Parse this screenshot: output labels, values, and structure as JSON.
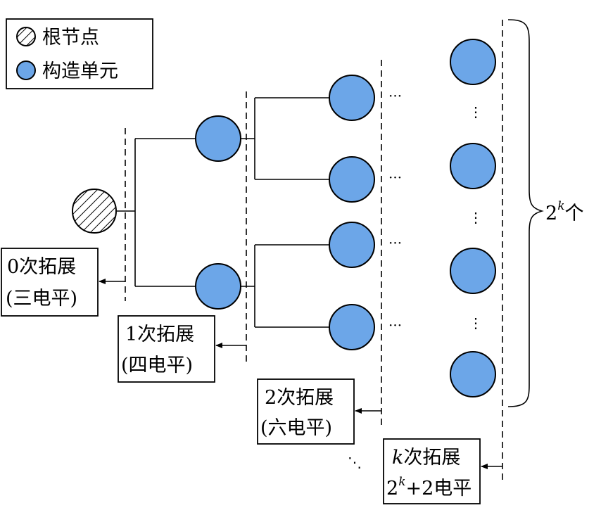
{
  "legend": {
    "root_label": "根节点",
    "unit_label": "构造单元"
  },
  "stages": [
    {
      "line1": "0次拓展",
      "line2": "(三电平)"
    },
    {
      "line1": "1次拓展",
      "line2": "(四电平)"
    },
    {
      "line1": "2次拓展",
      "line2": "(六电平)"
    }
  ],
  "stage_k": {
    "k": "k",
    "suffix": "次拓展",
    "base": "2",
    "exp": "k",
    "tail": "+2电平"
  },
  "brace_label": {
    "base": "2",
    "exp": "k",
    "tail": "个"
  },
  "ellipsis": {
    "horizontal": "···",
    "vertical": "⋮",
    "diagonal": "⋱"
  },
  "colors": {
    "unit_fill": "#6ca6e8",
    "line": "#000000"
  }
}
